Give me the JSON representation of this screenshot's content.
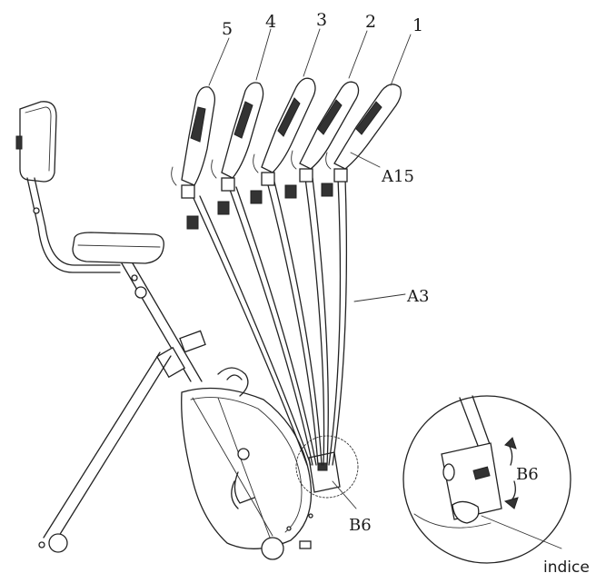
{
  "diagram": {
    "position_labels": [
      "1",
      "2",
      "3",
      "4",
      "5"
    ],
    "part_labels": {
      "handle_bracket": "A15",
      "pull_bar": "A3",
      "adjust_knob": "B6",
      "adjust_knob_detail": "B6"
    },
    "caption": "indice"
  }
}
